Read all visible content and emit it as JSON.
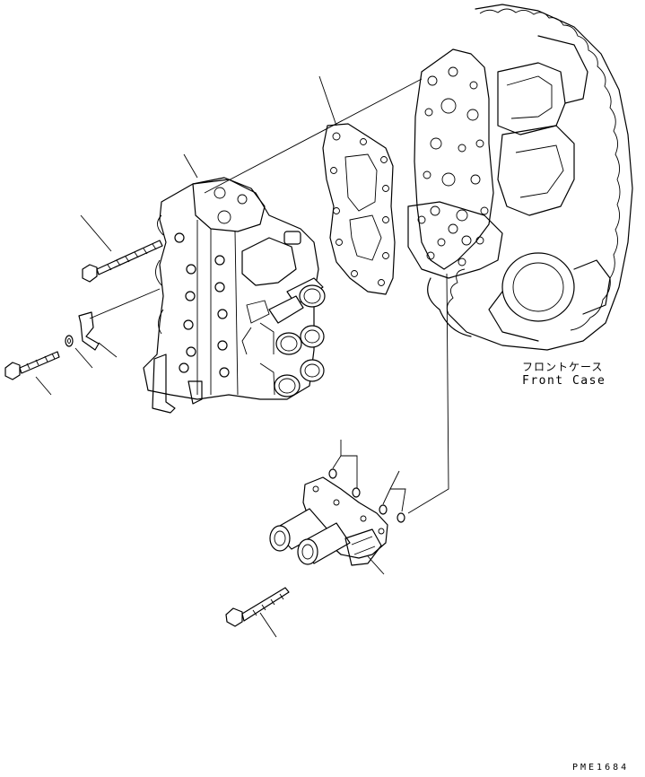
{
  "labels": {
    "front_case_jp": "フロントケース",
    "front_case_en": "Front Case",
    "drawing_code": "PME1684"
  }
}
